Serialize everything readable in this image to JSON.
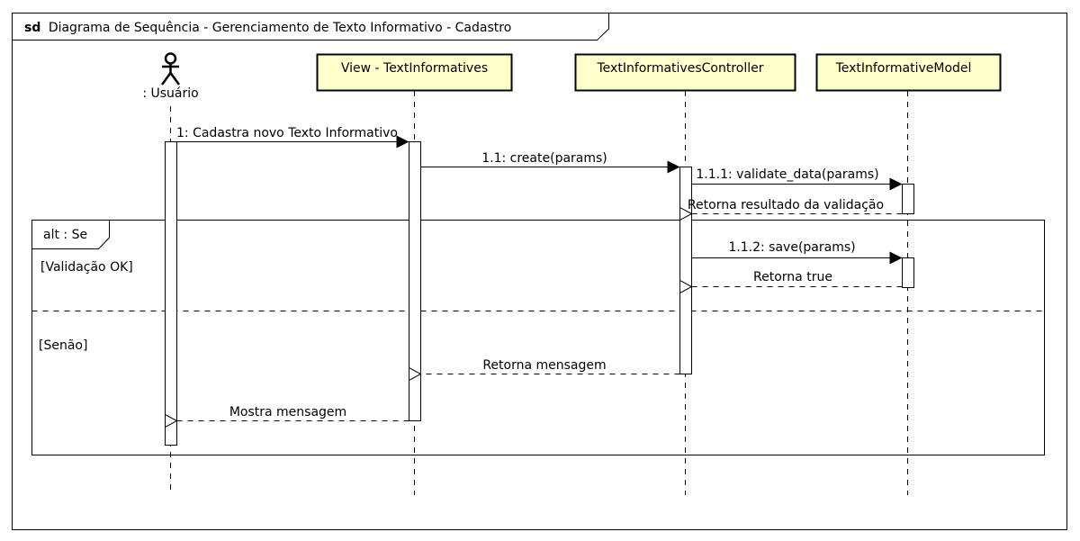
{
  "frame": {
    "keyword": "sd",
    "title": "Diagrama de Sequência - Gerenciamento de Texto Informativo - Cadastro"
  },
  "actor": {
    "label": ": Usuário"
  },
  "lifelines": [
    {
      "label": "View - TextInformatives",
      "fill": "#ffffcc"
    },
    {
      "label": "TextInformativesController",
      "fill": "#ffffcc"
    },
    {
      "label": "TextInformativeModel",
      "fill": "#ffffcc"
    }
  ],
  "messages": [
    {
      "label": "1: Cadastra novo Texto Informativo",
      "kind": "sync"
    },
    {
      "label": "1.1: create(params)",
      "kind": "sync"
    },
    {
      "label": "1.1.1: validate_data(params)",
      "kind": "sync"
    },
    {
      "label": "Retorna resultado da validação",
      "kind": "return"
    },
    {
      "label": "1.1.2: save(params)",
      "kind": "sync"
    },
    {
      "label": "Retorna true",
      "kind": "return"
    },
    {
      "label": "Retorna mensagem",
      "kind": "return"
    },
    {
      "label": "Mostra mensagem",
      "kind": "return"
    }
  ],
  "fragment": {
    "operator": "alt : Se",
    "guards": [
      "[Validação OK]",
      "[Senão]"
    ]
  }
}
